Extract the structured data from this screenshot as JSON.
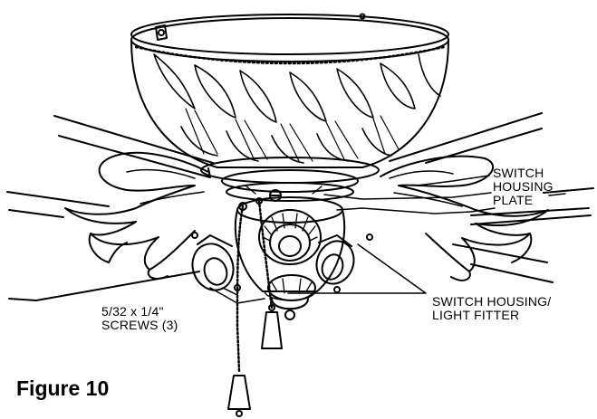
{
  "figure": {
    "title": "Figure 10"
  },
  "labels": {
    "switch_housing_plate": [
      "SWITCH",
      "HOUSING",
      "PLATE"
    ],
    "screws": [
      "5/32 x 1/4\"",
      "SCREWS (3)"
    ],
    "switch_housing_light_fitter": [
      "SWITCH HOUSING/",
      "LIGHT FITTER"
    ]
  }
}
